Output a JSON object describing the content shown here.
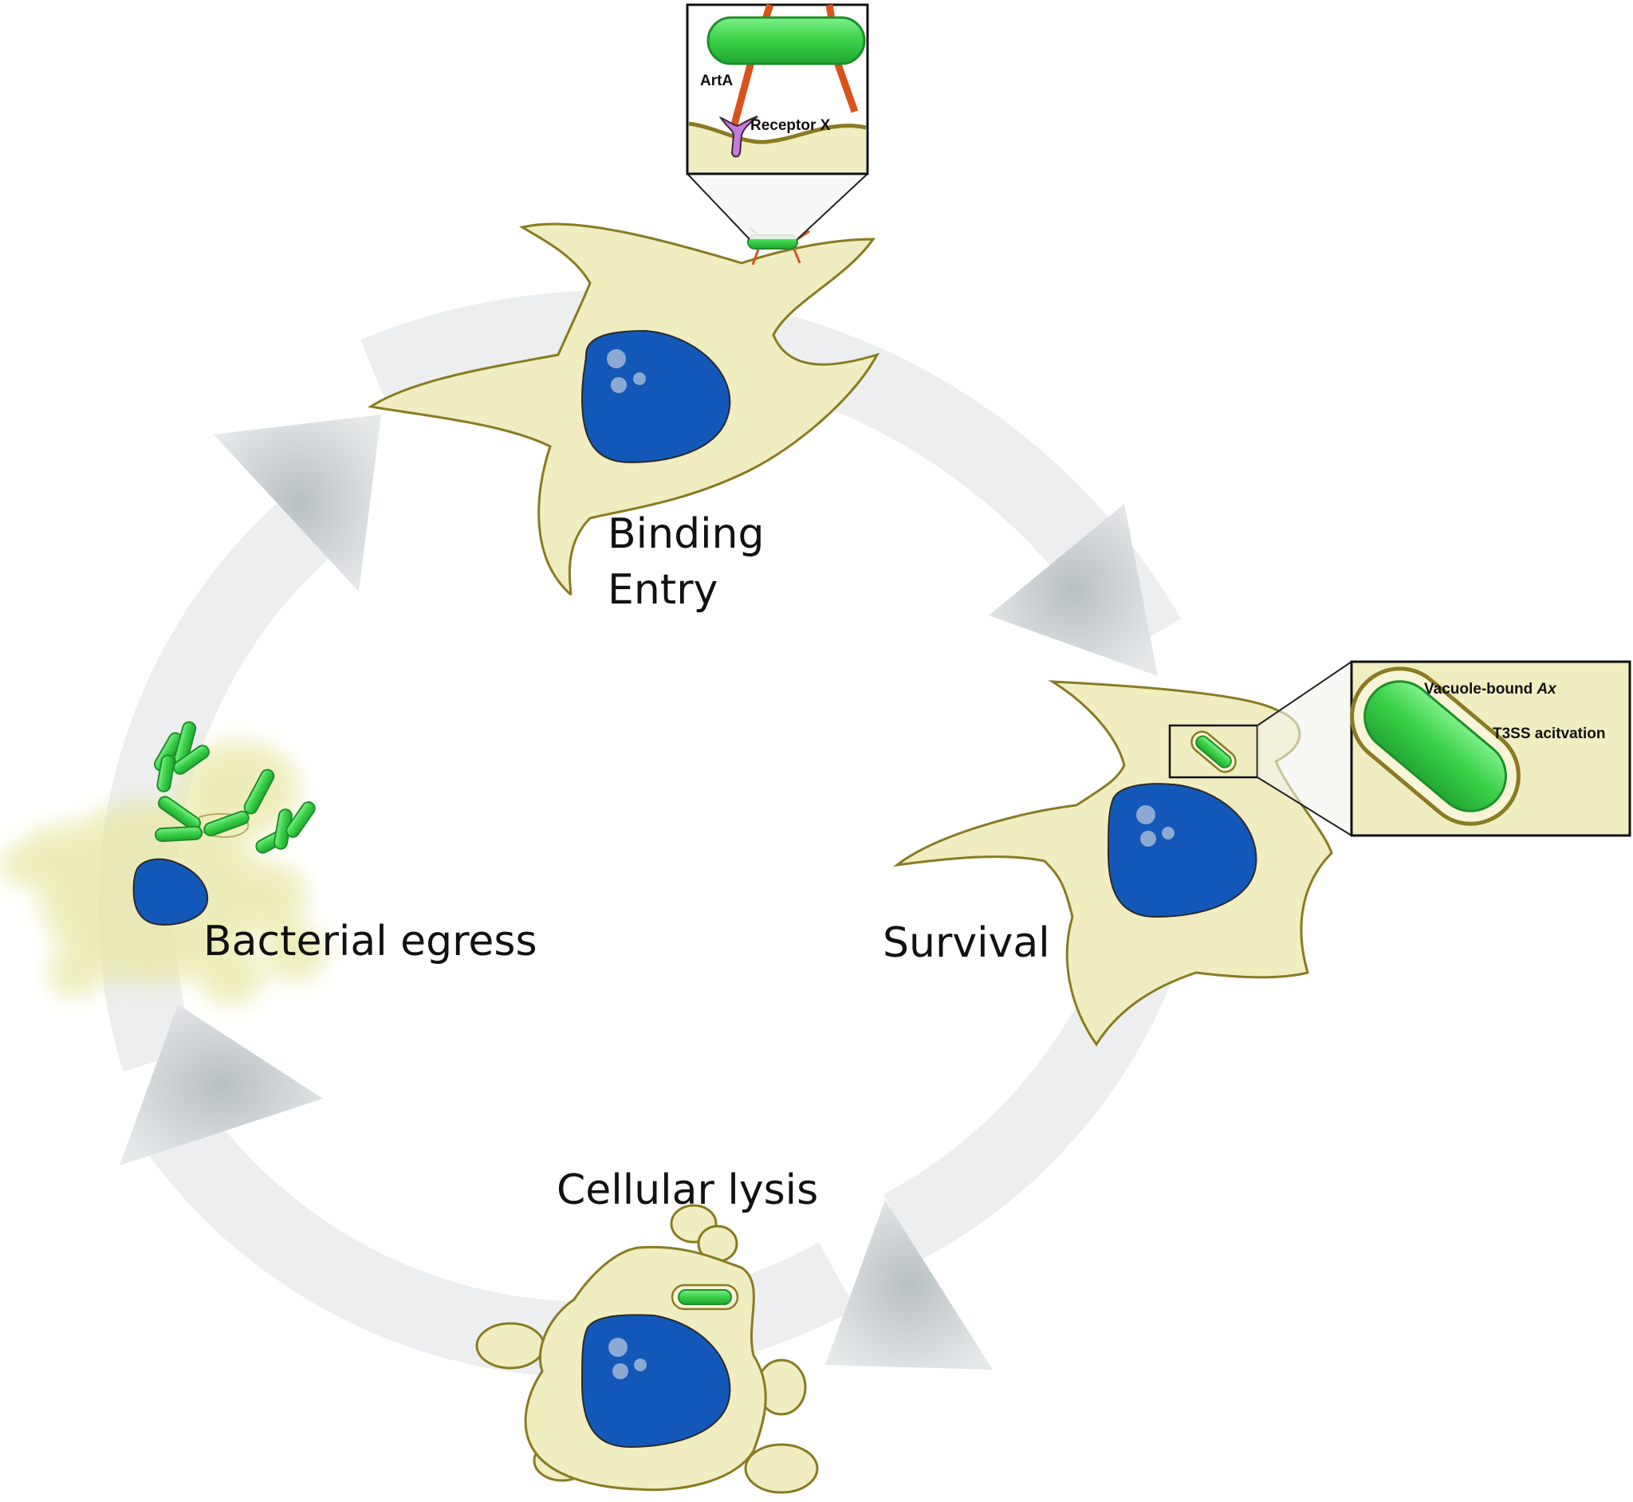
{
  "stages": {
    "binding_entry": {
      "line1": "Binding",
      "line2": "Entry"
    },
    "survival": {
      "label": "Survival"
    },
    "cellular_lysis": {
      "label": "Cellular lysis"
    },
    "bacterial_egress": {
      "label": "Bacterial egress"
    }
  },
  "inset_binding": {
    "adhesin": "ArtA",
    "receptor": "Receptor X"
  },
  "inset_survival": {
    "vacuole_prefix": "Vacuole-bound ",
    "vacuole_species": "Ax",
    "t3ss": "T3SS acitvation"
  },
  "colors": {
    "cell_fill": "#f0edc0",
    "cell_stroke": "#8a7b22",
    "nucleus": "#1358b8",
    "bacterium": "#3cd34a",
    "pilus": "#d9521c",
    "receptor": "#c57ad9",
    "cycle_arrow": "#e2e5e6"
  }
}
